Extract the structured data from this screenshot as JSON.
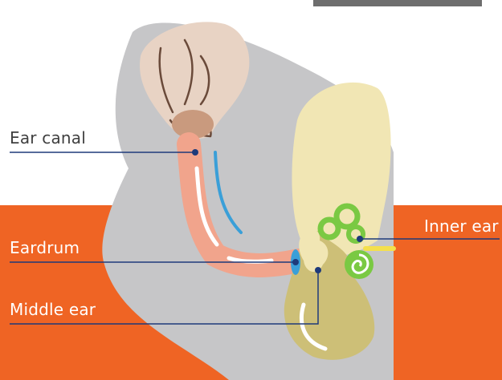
{
  "labels": {
    "ear_canal": "Ear canal",
    "eardrum": "Eardrum",
    "middle_ear": "Middle ear",
    "inner_ear": "Inner ear"
  },
  "colors": {
    "background": "#ffffff",
    "orange_band": "#ef6424",
    "head_gray": "#c6c6c8",
    "canal": "#f1a48c",
    "canal_highlight": "#ffffff",
    "canal_outline": "#3a9fd8",
    "bone_light": "#f1e6b4",
    "middle_ear": "#cdbf77",
    "middle_ear_dark": "#b8aa60",
    "inner_ear": "#7ac943",
    "nerve": "#f4e04d",
    "pointer_line": "#1e3a7a",
    "ear_skin": "#e8d3c4",
    "ear_line": "#6a4a3a",
    "top_bar": "#6e6e6e"
  },
  "icons": [
    "ear-illustration",
    "pointer-dot"
  ]
}
